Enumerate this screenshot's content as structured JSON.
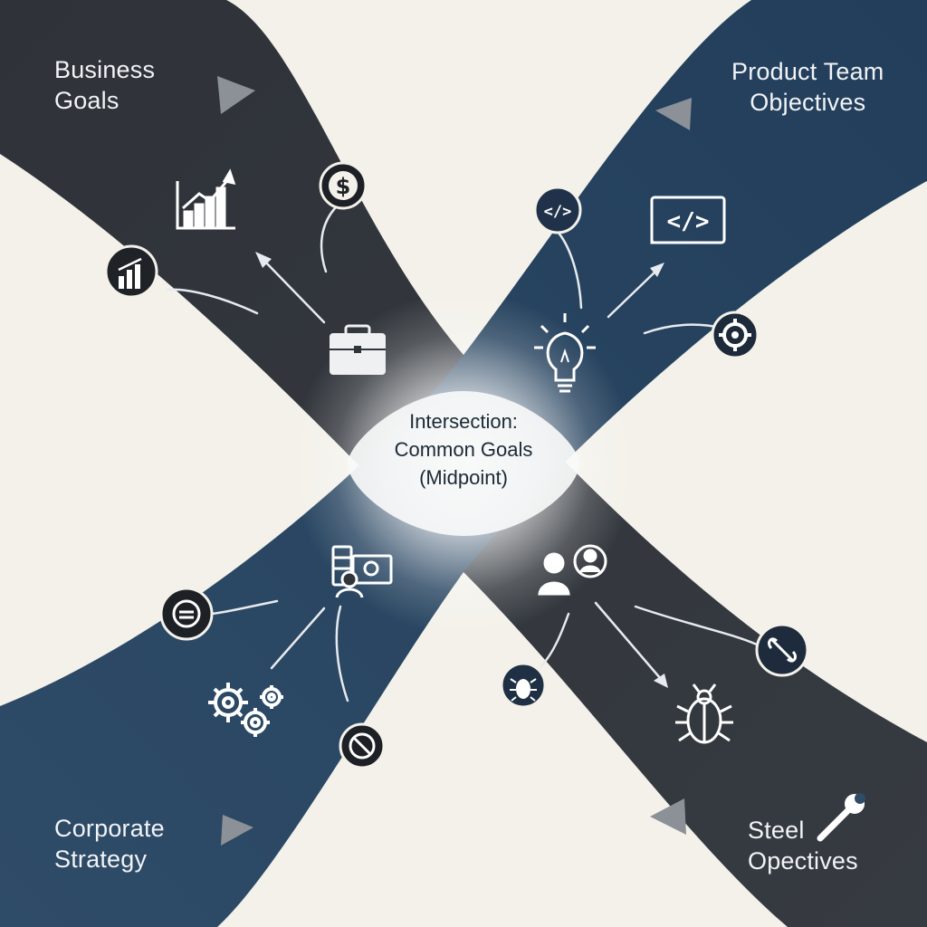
{
  "colors": {
    "background": "#f3f1ea",
    "left_band": "#30353b",
    "right_band": "#25425f",
    "arrowhead": "#8b9196",
    "center_glow": "#ffffff"
  },
  "corners": {
    "top_left": [
      "Business",
      "Goals"
    ],
    "top_right": [
      "Product Team",
      "Objectives"
    ],
    "bottom_left": [
      "Corporate",
      "Strategy"
    ],
    "bottom_right": [
      "Steel",
      "Opectives"
    ]
  },
  "center": {
    "lines": [
      "Intersection:",
      "Common Goals",
      "(Midpoint)"
    ]
  },
  "icons": {
    "top_left": [
      "bar-chart-trend-icon",
      "dollar-coin-icon",
      "bar-chart-badge-icon",
      "briefcase-icon"
    ],
    "top_right": [
      "code-badge-icon",
      "code-window-icon",
      "lightbulb-icon",
      "gear-badge-icon"
    ],
    "bottom_left": [
      "server-settings-icon",
      "link-badge-icon",
      "gears-icon",
      "blocked-badge-icon"
    ],
    "bottom_right": [
      "users-icon",
      "bug-badge-icon",
      "bug-icon",
      "unlink-badge-icon",
      "wrench-icon"
    ]
  },
  "code_symbol": "</>",
  "dollar_symbol": "$"
}
